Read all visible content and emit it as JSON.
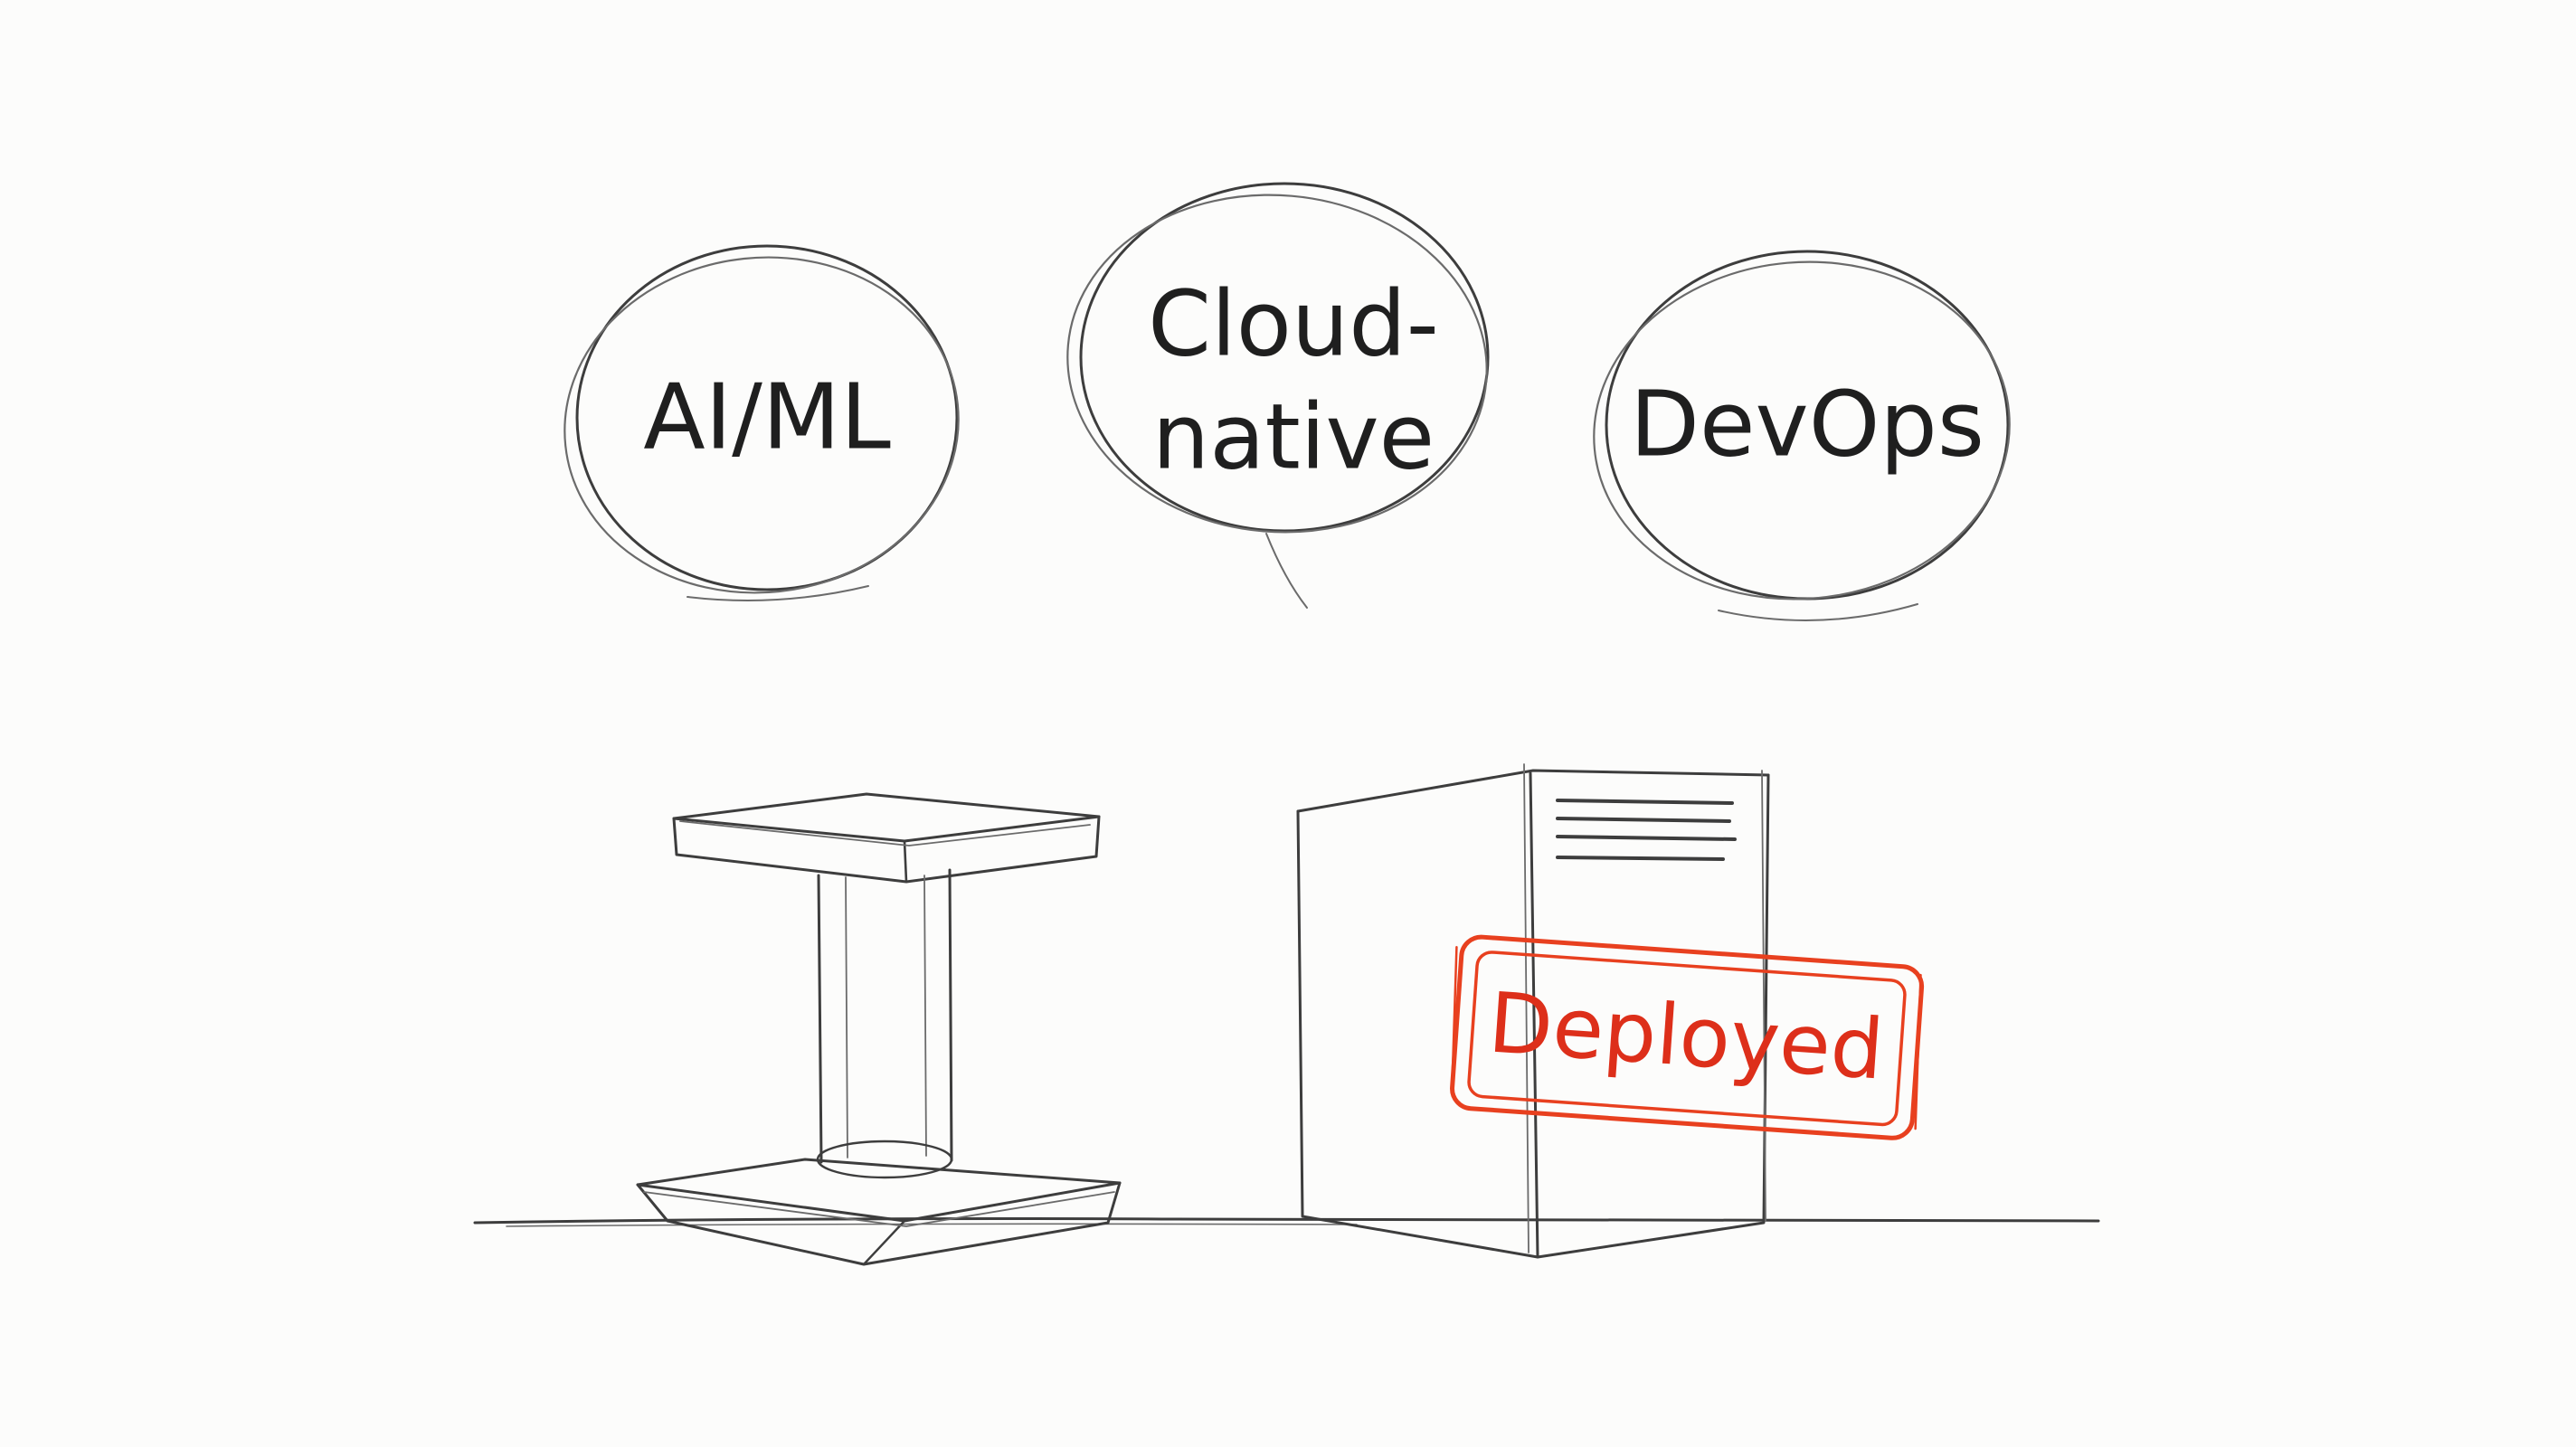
{
  "bubbles": [
    {
      "lines": [
        "AI/ML"
      ]
    },
    {
      "lines": [
        "Cloud-",
        "native"
      ]
    },
    {
      "lines": [
        "DevOps"
      ]
    }
  ],
  "stamp": {
    "label": "Deployed",
    "color": "#e8401f"
  },
  "colors": {
    "pencil": "#3d3d3d",
    "background": "#fcfcfb"
  }
}
